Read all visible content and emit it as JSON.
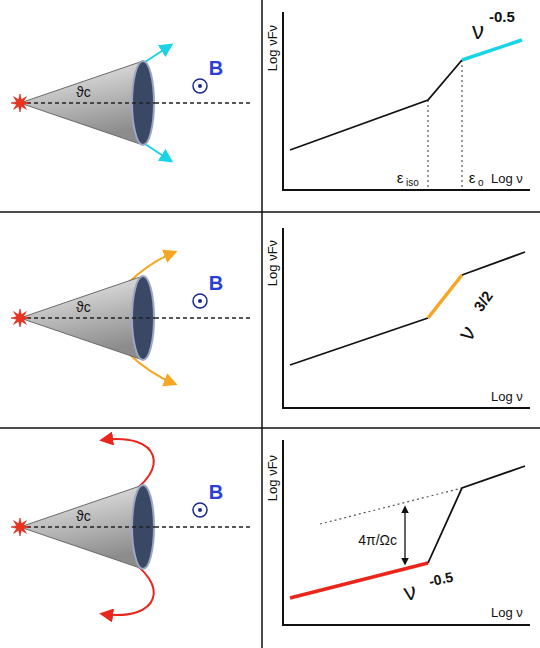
{
  "diagram": {
    "nodes": [
      {
        "text": [
          "ϑc"
        ]
      },
      {
        "text": [
          "ϑc"
        ]
      },
      {
        "text": [
          "ϑc"
        ]
      }
    ],
    "labels": [
      "B",
      "Log νFν",
      "ν",
      "-0.5",
      "ε",
      "iso",
      "ε",
      "o",
      "Log ν",
      "B",
      "Log νFν",
      "ν",
      "3/2",
      "Log ν",
      "B",
      "Log νFν",
      "4π/Ωc",
      "ν",
      "-0.5",
      "Log ν"
    ]
  }
}
